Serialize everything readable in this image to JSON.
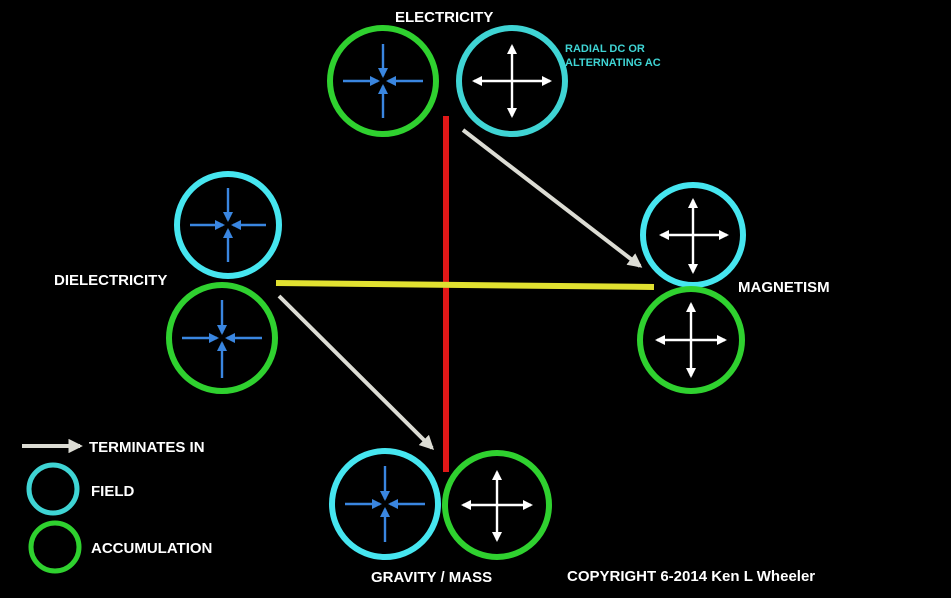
{
  "labels": {
    "electricity": "ELECTRICITY",
    "electricity_note_line1": "RADIAL DC OR",
    "electricity_note_line2": "ALTERNATING AC",
    "dielectricity": "DIELECTRICITY",
    "magnetism": "MAGNETISM",
    "gravity": "GRAVITY / MASS",
    "copyright": "COPYRIGHT 6-2014 Ken L Wheeler"
  },
  "legend": {
    "arrow_label": "TERMINATES IN",
    "field_label": "FIELD",
    "accumulation_label": "ACCUMULATION"
  },
  "colors": {
    "background": "#000000",
    "field_ring": "#3fd4d4",
    "field_ring_bright": "#46e6f0",
    "accumulation_ring": "#2fd12f",
    "inward_arrow": "#3a86e0",
    "outward_arrow": "#ffffff",
    "terminates_arrow": "#dcdcd4",
    "vertical_axis": "#e01818",
    "horizontal_axis": "#e0e030",
    "text": "#ffffff",
    "note_text": "#3fd4d4"
  },
  "icons": {
    "inward": "four-arrows-converging",
    "outward": "four-arrows-diverging"
  }
}
